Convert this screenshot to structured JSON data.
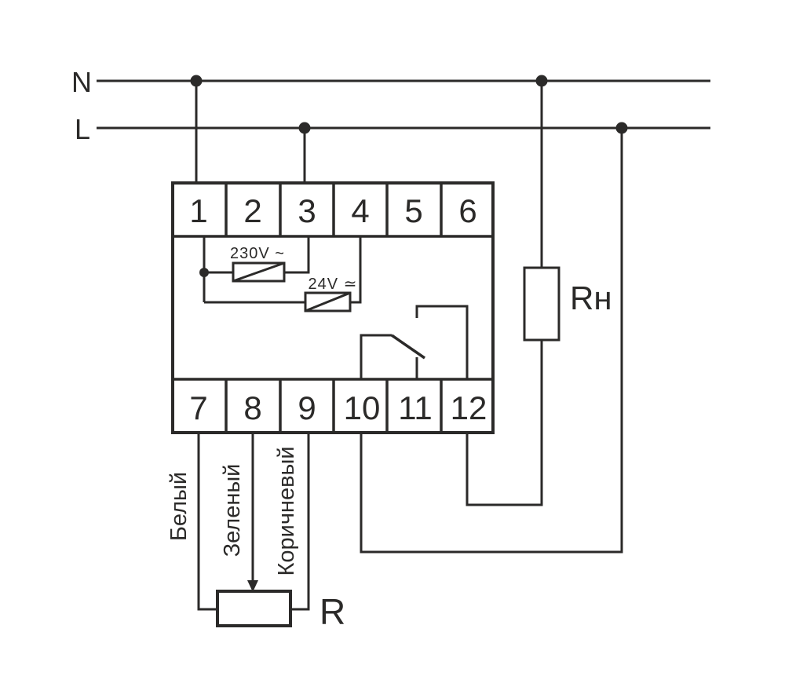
{
  "colors": {
    "stroke": "#2b2a29",
    "background": "#ffffff"
  },
  "power": {
    "neutral_label": "N",
    "line_label": "L"
  },
  "device": {
    "top_terminals": [
      "1",
      "2",
      "3",
      "4",
      "5",
      "6"
    ],
    "bottom_terminals": [
      "7",
      "8",
      "9",
      "10",
      "11",
      "12"
    ],
    "coil_230v_label": "230V ~",
    "coil_24v_label": "24V ≃"
  },
  "load": {
    "label": "Rн"
  },
  "sensor": {
    "label": "R"
  },
  "wire_colors": {
    "white": "Белый",
    "green": "Зеленый",
    "brown": "Коричневый"
  }
}
